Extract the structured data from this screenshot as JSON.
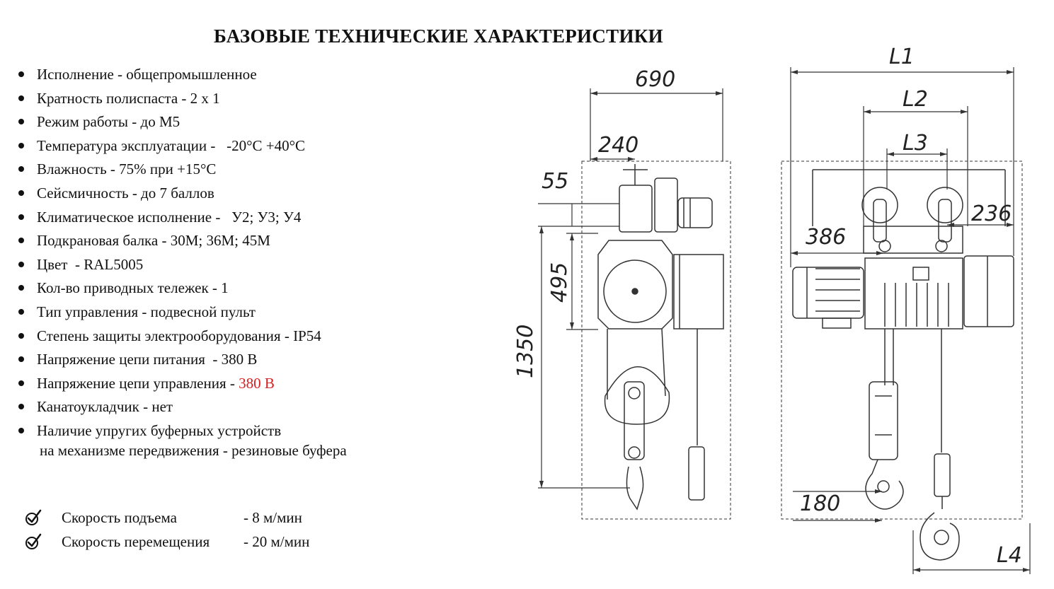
{
  "title": "БАЗОВЫЕ ТЕХНИЧЕСКИЕ ХАРАКТЕРИСТИКИ",
  "specs": [
    {
      "text": "Исполнение - общепромышленное"
    },
    {
      "text": "Кратность полиспаста - 2 х 1"
    },
    {
      "text": "Режим работы - до М5"
    },
    {
      "text": "Температура эксплуатации -   -20°С +40°С"
    },
    {
      "text": "Влажность - 75% при +15°С"
    },
    {
      "text": "Сейсмичность - до 7 баллов"
    },
    {
      "text": "Климатическое исполнение -   У2; У3; У4"
    },
    {
      "text": "Подкрановая балка - 30М; 36М; 45М"
    },
    {
      "text": "Цвет  - RAL5005"
    },
    {
      "text": "Кол-во приводных тележек - 1"
    },
    {
      "text": "Тип управления - подвесной пульт"
    },
    {
      "text": "Степень защиты электрооборудования - IP54"
    },
    {
      "text": "Напряжение цепи питания  - 380 В"
    },
    {
      "text": "Напряжение цепи управления - ",
      "highlight": "380 В",
      "highlight_color": "#d62020"
    },
    {
      "text": "Канатоукладчик - нет"
    },
    {
      "text": "Наличие упругих буферных устройств",
      "continuation": "на механизме передвижения - резиновые буфера"
    }
  ],
  "speeds": [
    {
      "label": "Скорость подъема",
      "value": "- 8 м/мин",
      "icon": "check-circle-icon"
    },
    {
      "label": "Скорость перемещения",
      "value": "- 20 м/мин",
      "icon": "check-circle-icon"
    }
  ],
  "dimensions": {
    "side": {
      "d690": "690",
      "d240": "240",
      "d55": "55",
      "d495": "495",
      "d1350": "1350"
    },
    "front": {
      "L1": "L1",
      "L2": "L2",
      "L3": "L3",
      "d386": "386",
      "d236": "236",
      "d180": "180",
      "L4": "L4"
    }
  },
  "colors": {
    "text": "#111111",
    "accent_red": "#d62020",
    "drawing": "#333333"
  }
}
